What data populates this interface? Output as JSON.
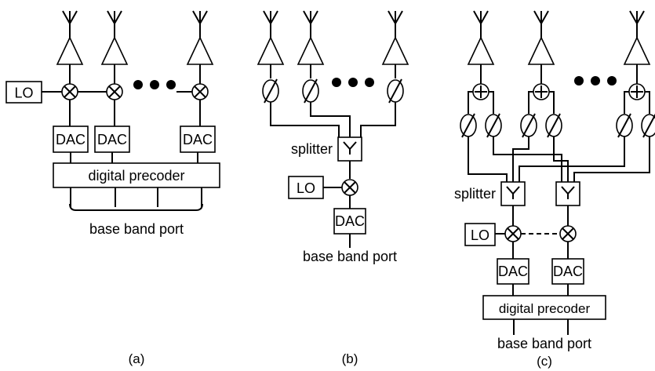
{
  "labels": {
    "lo": "LO",
    "dac": "DAC",
    "digital_precoder": "digital precoder",
    "base_band_port": "base band port",
    "splitter": "splitter"
  },
  "captions": {
    "a": "(a)",
    "b": "(b)",
    "c": "(c)"
  },
  "colors": {
    "line": "#000000",
    "background": "#ffffff"
  }
}
